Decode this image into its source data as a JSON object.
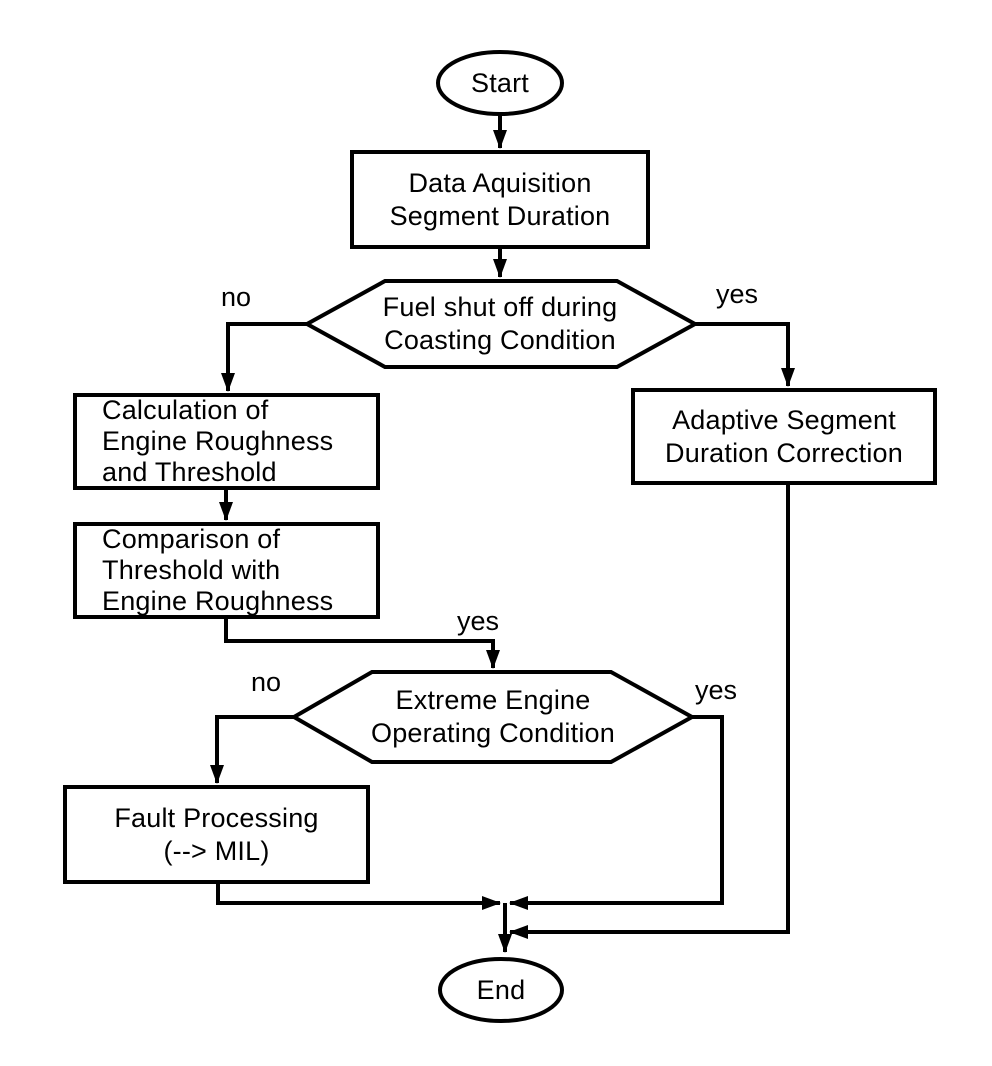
{
  "diagram": {
    "colors": {
      "stroke": "#000000",
      "background": "#ffffff",
      "text": "#000000"
    },
    "nodes": {
      "start": {
        "type": "terminator",
        "lines": [
          "Start"
        ]
      },
      "data_acquisition": {
        "type": "process",
        "lines": [
          "Data Aquisition",
          "Segment Duration"
        ]
      },
      "fuel_shut_off_decision": {
        "type": "decision",
        "lines": [
          "Fuel shut off during",
          "Coasting Condition"
        ]
      },
      "calculation": {
        "type": "process",
        "lines": [
          "Calculation of",
          "Engine Roughness",
          "and Threshold"
        ]
      },
      "comparison": {
        "type": "process",
        "lines": [
          "Comparison of",
          "Threshold with",
          "Engine Roughness"
        ]
      },
      "adaptive_correction": {
        "type": "process",
        "lines": [
          "Adaptive Segment",
          "Duration Correction"
        ]
      },
      "extreme_condition_decision": {
        "type": "decision",
        "lines": [
          "Extreme Engine",
          "Operating Condition"
        ]
      },
      "fault_processing": {
        "type": "process",
        "lines": [
          "Fault Processing",
          "(--> MIL)"
        ]
      },
      "end": {
        "type": "terminator",
        "lines": [
          "End"
        ]
      }
    },
    "edge_labels": {
      "fuel_no": "no",
      "fuel_yes": "yes",
      "comparison_yes": "yes",
      "extreme_no": "no",
      "extreme_yes": "yes"
    }
  }
}
